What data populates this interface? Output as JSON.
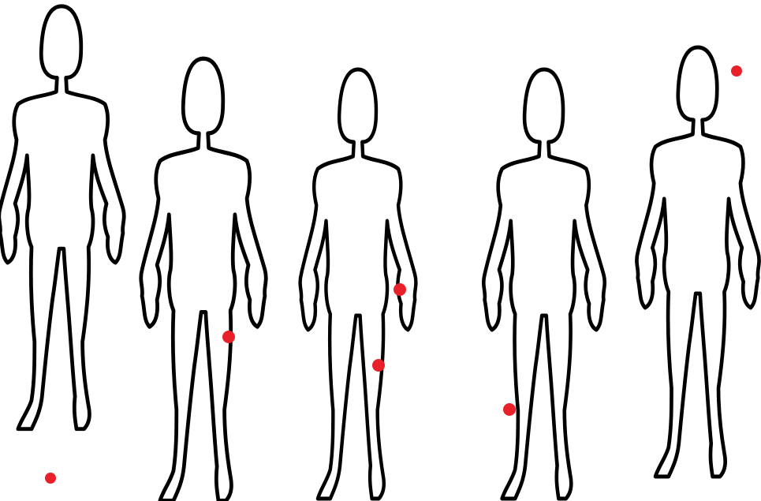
{
  "figures": [
    {
      "name": "figure-1",
      "marker_count": 1
    },
    {
      "name": "figure-2",
      "marker_count": 1
    },
    {
      "name": "figure-3",
      "marker_count": 2
    },
    {
      "name": "figure-4",
      "marker_count": 1
    },
    {
      "name": "figure-5",
      "marker_count": 1
    }
  ],
  "colors": {
    "background": "#ffffff",
    "outline": "#000000",
    "marker": "#e8202a"
  }
}
